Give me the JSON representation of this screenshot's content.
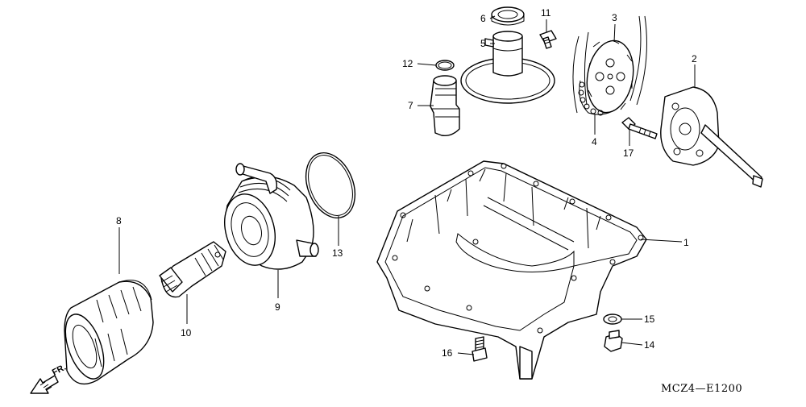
{
  "diagram": {
    "callouts": [
      {
        "id": "c1",
        "label": "1"
      },
      {
        "id": "c2",
        "label": "2"
      },
      {
        "id": "c3",
        "label": "3"
      },
      {
        "id": "c4",
        "label": "4"
      },
      {
        "id": "c5",
        "label": "5"
      },
      {
        "id": "c6",
        "label": "6"
      },
      {
        "id": "c7",
        "label": "7"
      },
      {
        "id": "c8",
        "label": "8"
      },
      {
        "id": "c9",
        "label": "9"
      },
      {
        "id": "c10",
        "label": "10"
      },
      {
        "id": "c11",
        "label": "11"
      },
      {
        "id": "c12",
        "label": "12"
      },
      {
        "id": "c13",
        "label": "13"
      },
      {
        "id": "c14",
        "label": "14"
      },
      {
        "id": "c15",
        "label": "15"
      },
      {
        "id": "c16",
        "label": "16"
      },
      {
        "id": "c17",
        "label": "17"
      }
    ],
    "front_indicator": "FR.",
    "diagram_code": "MCZ4—E1200"
  }
}
